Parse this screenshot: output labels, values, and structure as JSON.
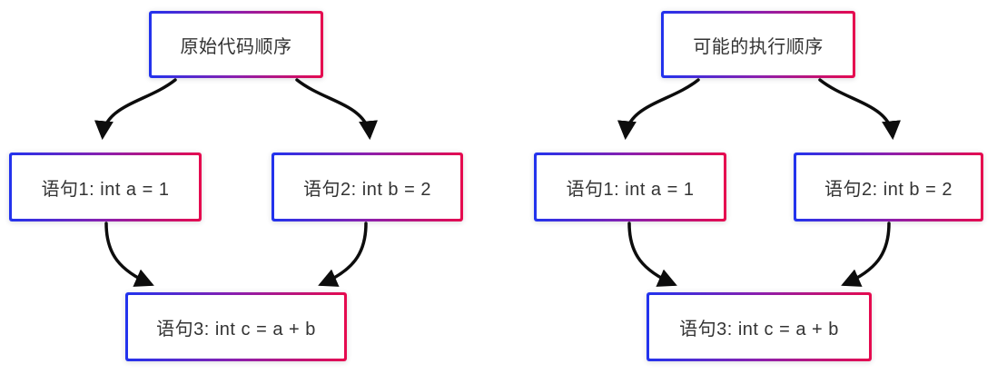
{
  "colors": {
    "background": "#ffffff",
    "border_gradient_start": "#2133ee",
    "border_gradient_mid": "#8b1fae",
    "border_gradient_end": "#e60a4e",
    "arrow": "#0d0d0d",
    "text": "#333333"
  },
  "diagrams": [
    {
      "name": "original-code-order",
      "root": "原始代码顺序",
      "children": [
        "语句1: int a = 1",
        "语句2: int b = 2"
      ],
      "merge": "语句3: int c = a + b"
    },
    {
      "name": "possible-execution-order",
      "root": "可能的执行顺序",
      "children": [
        "语句1: int a = 1",
        "语句2: int b = 2"
      ],
      "merge": "语句3: int c = a + b"
    }
  ]
}
